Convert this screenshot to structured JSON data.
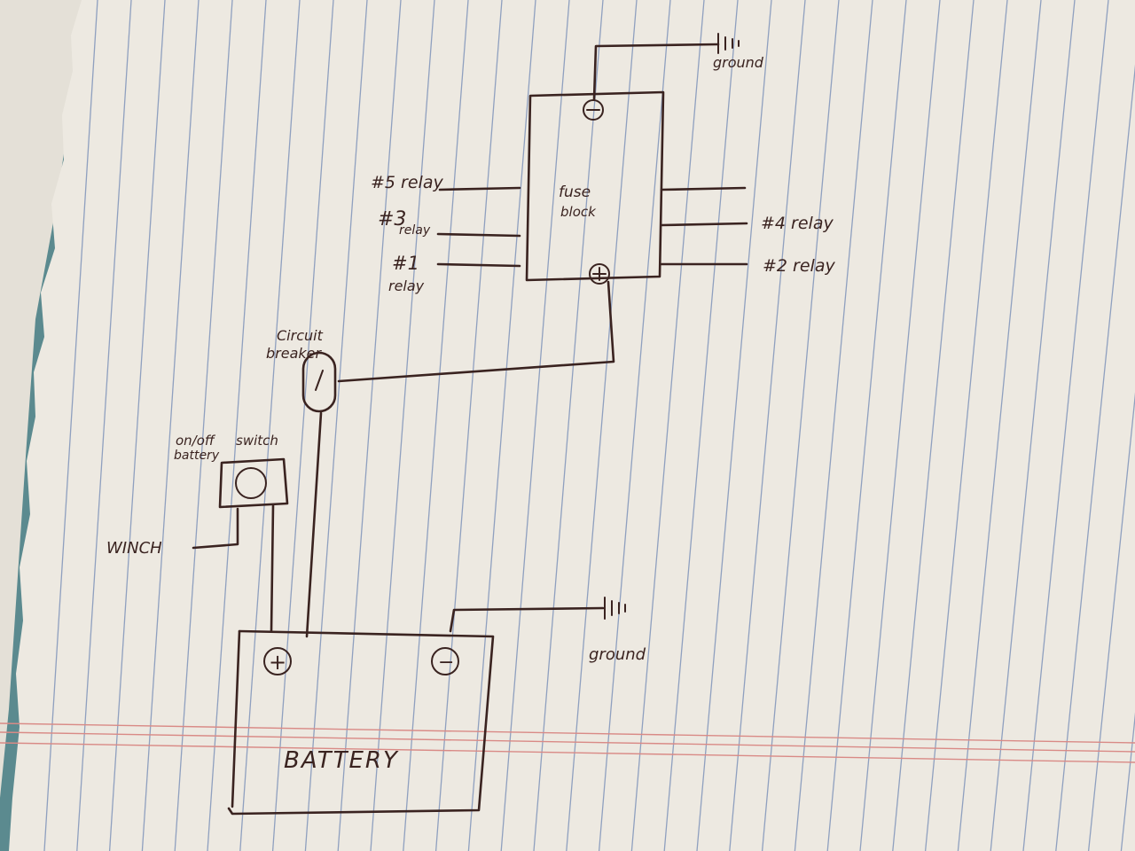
{
  "colors": {
    "paper": "#ede9e1",
    "paper_shadow": "#d9d4ca",
    "rule_line": "#8fa0bf",
    "margin_line": "#d98a86",
    "ink": "#3a2320",
    "background_teal": "#5b8a8f"
  },
  "diagram": {
    "fuse_block": {
      "label_line1": "fuse",
      "label_line2": "block",
      "negative_symbol": "⊖",
      "positive_symbol": "⊕"
    },
    "relays": {
      "relay5": "#5 relay",
      "relay3_line1": "#3",
      "relay3_line2": "relay",
      "relay1_line1": "#1",
      "relay1_line2": "relay",
      "relay4": "#4 relay",
      "relay2": "#2 relay"
    },
    "ground_top": "ground",
    "ground_bottom": "ground",
    "circuit_breaker_line1": "Circuit",
    "circuit_breaker_line2": "breaker",
    "switch_line1": "on/off",
    "switch_line2": "battery",
    "switch_word": "switch",
    "winch": "WINCH",
    "battery": {
      "label": "BATTERY",
      "positive": "+",
      "negative": "−"
    }
  }
}
